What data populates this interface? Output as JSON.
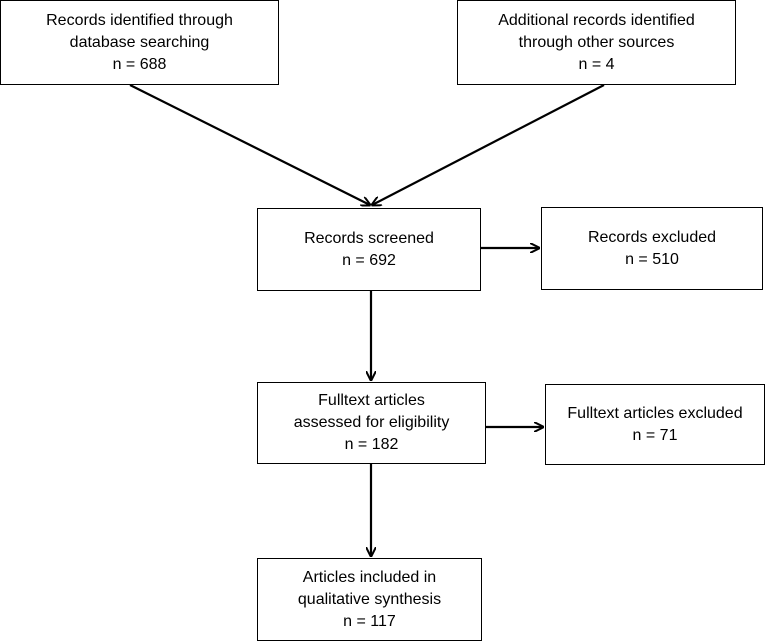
{
  "boxes": {
    "database_searching": {
      "line1": "Records identified through",
      "line2": "database searching",
      "count": "n = 688"
    },
    "other_sources": {
      "line1": "Additional records identified",
      "line2": "through other sources",
      "count": "n = 4"
    },
    "screened": {
      "line1": "Records screened",
      "count": "n = 692"
    },
    "records_excluded": {
      "line1": "Records excluded",
      "count": "n = 510"
    },
    "fulltext_assessed": {
      "line1": "Fulltext articles",
      "line2": "assessed for eligibility",
      "count": "n = 182"
    },
    "fulltext_excluded": {
      "line1": "Fulltext articles excluded",
      "count": "n = 71"
    },
    "included": {
      "line1": "Articles included in",
      "line2": "qualitative synthesis",
      "count": "n = 117"
    }
  },
  "colors": {
    "stroke": "#000000",
    "background": "#ffffff"
  }
}
